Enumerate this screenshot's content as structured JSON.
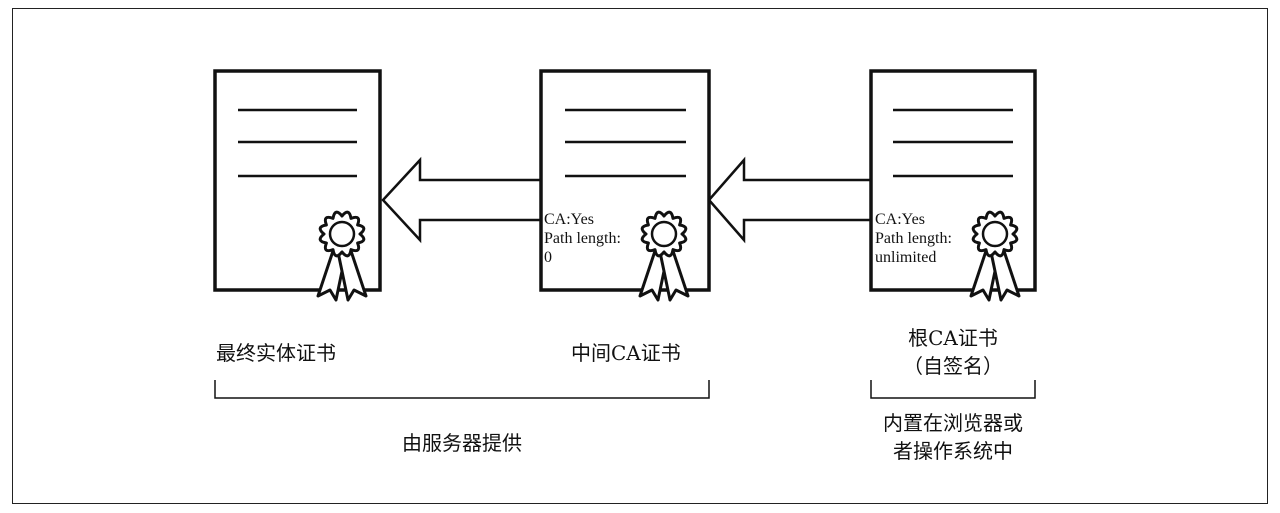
{
  "certificates": [
    {
      "id": "end-entity",
      "name": "最终实体证书",
      "sub": "",
      "attrs": []
    },
    {
      "id": "intermediate",
      "name": "中间CA证书",
      "sub": "",
      "attrs": [
        "CA:Yes",
        "Path length:",
        "0"
      ]
    },
    {
      "id": "root",
      "name": "根CA证书",
      "sub": "（自签名）",
      "attrs": [
        "CA:Yes",
        "Path length:",
        "unlimited"
      ]
    }
  ],
  "groups": {
    "server": "由服务器提供",
    "builtin_line1": "内置在浏览器或",
    "builtin_line2": "者操作系统中"
  },
  "colors": {
    "stroke": "#111111",
    "background": "#ffffff"
  }
}
